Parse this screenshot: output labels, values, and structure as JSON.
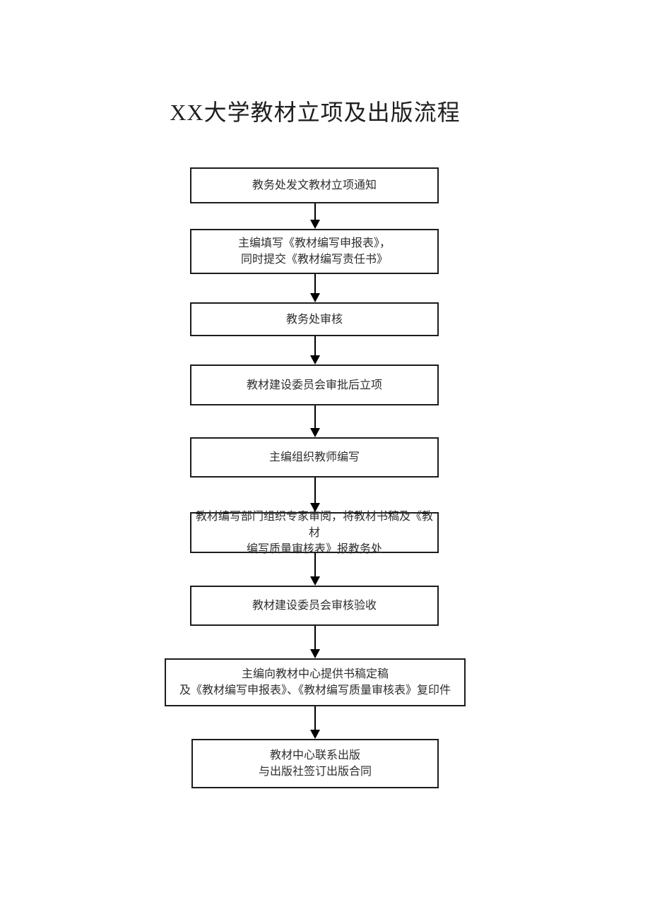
{
  "page": {
    "title": "XX大学教材立项及出版流程"
  },
  "flowchart": {
    "direction": "top-to-bottom",
    "steps": [
      {
        "id": 1,
        "text": "教务处发文教材立项通知"
      },
      {
        "id": 2,
        "text": "主编填写《教材编写申报表》，\n同时提交《教材编写责任书》"
      },
      {
        "id": 3,
        "text": "教务处审核"
      },
      {
        "id": 4,
        "text": "教材建设委员会审批后立项"
      },
      {
        "id": 5,
        "text": "主编组织教师编写"
      },
      {
        "id": 6,
        "text": "教材编写部门组织专家审阅，将教材书稿及《教材\n编写质量审核表》报教务处"
      },
      {
        "id": 7,
        "text": "教材建设委员会审核验收"
      },
      {
        "id": 8,
        "text": "主编向教材中心提供书稿定稿\n及《教材编写申报表》、《教材编写质量审核表》复印件"
      },
      {
        "id": 9,
        "text": "教材中心联系出版\n与出版社签订出版合同"
      }
    ],
    "connector_count": 8,
    "connector_style": "solid-vertical-arrow-down"
  },
  "colors": {
    "background": "#ffffff",
    "box_border": "#1c1c1c",
    "text": "#2e2e2e",
    "arrow": "#000000"
  }
}
